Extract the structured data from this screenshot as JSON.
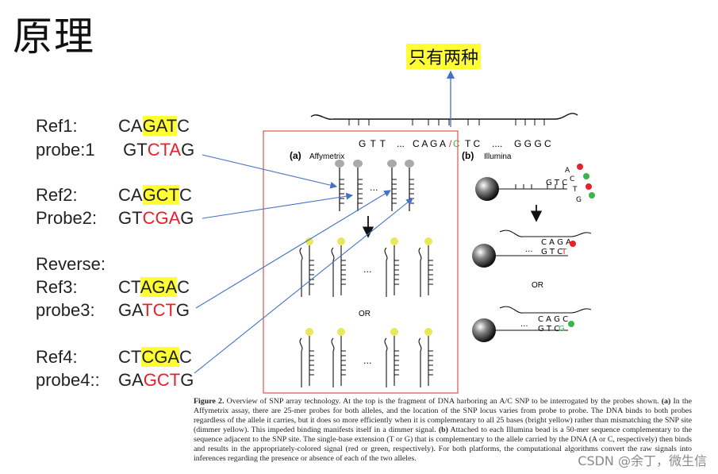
{
  "title": "原理",
  "top_note": "只有两种",
  "rows": [
    {
      "label": "Ref1:",
      "pre": "CA",
      "mid": "GAT",
      "post": "C",
      "style": "hl"
    },
    {
      "label": "probe:1",
      "pre": "GT",
      "mid": "CTA",
      "post": "G",
      "style": "red"
    },
    {
      "label": "Ref2:",
      "pre": "CA",
      "mid": "GCT",
      "post": "C",
      "style": "hl"
    },
    {
      "label": "Probe2:",
      "pre": "GT",
      "mid": "CGA",
      "post": "G",
      "style": "red"
    },
    {
      "label": "Reverse:",
      "pre": "",
      "mid": "",
      "post": "",
      "style": "none"
    },
    {
      "label": "Ref3:",
      "pre": "CT",
      "mid": "AGA",
      "post": "C",
      "style": "hl"
    },
    {
      "label": "probe3:",
      "pre": "GA",
      "mid": "TCT",
      "post": "G",
      "style": "red"
    },
    {
      "label": "Ref4:",
      "pre": "CT",
      "mid": "CGA",
      "post": "C",
      "style": "hl"
    },
    {
      "label": "probe4::",
      "pre": "GA",
      "mid": "GCT",
      "post": "G",
      "style": "red"
    }
  ],
  "figure": {
    "sequence_left": "G T T",
    "sequence_dots": "...",
    "sequence_mid_pre": "C A G A",
    "sequence_slash": "/",
    "sequence_mid_c": "C",
    "sequence_mid_post": "T C",
    "sequence_dots2": "....",
    "sequence_right": "G G G C",
    "panel_a_letter": "(a)",
    "panel_a_name": "Affymetrix",
    "panel_b_letter": "(b)",
    "panel_b_name": "Illumina",
    "or_label": "OR",
    "or_label_b": "OR",
    "dots": "...",
    "illumina_seq1": "G T C",
    "illumina_seq2_top": "C A G A",
    "illumina_seq2_bot": "G T C",
    "illumina_seq2_t": "T",
    "illumina_seq3_top": "C A G C",
    "illumina_seq3_bot": "G T C",
    "illumina_seq3_g": "G",
    "allele_a": "A",
    "allele_c": "C",
    "allele_t": "T",
    "allele_g": "G"
  },
  "caption": {
    "head": "Figure 2.",
    "text1": " Overview of SNP array technology. At the top is the fragment of DNA harboring an A/C SNP to be interrogated by the probes shown. ",
    "a": "(a)",
    "text2": " In the Affymetrix assay, there are 25-mer probes for both alleles, and the location of the SNP locus varies from probe to probe. The DNA binds to both probes regardless of the allele it carries, but it does so more efficiently when it is complementary to all 25 bases (bright yellow) rather than mismatching the SNP site (dimmer yellow). This impeded binding manifests itself in a dimmer signal. ",
    "b": "(b)",
    "text3": " Attached to each Illumina bead is a 50-mer sequence complementary to the sequence adjacent to the SNP site. The single-base extension (T or G) that is complementary to the allele carried by the DNA (A or C, respectively) then binds and results in the appropriately-colored signal (red or green, respectively). For both platforms, the computational algorithms convert the raw signals into inferences regarding the presence or absence of each of the two alleles."
  },
  "watermark": "CSDN @余丁，微生信",
  "colors": {
    "highlight": "#ffff33",
    "red": "#e8202a",
    "green": "#3bb54a",
    "arrow": "#4472c4",
    "box": "#e05050"
  }
}
